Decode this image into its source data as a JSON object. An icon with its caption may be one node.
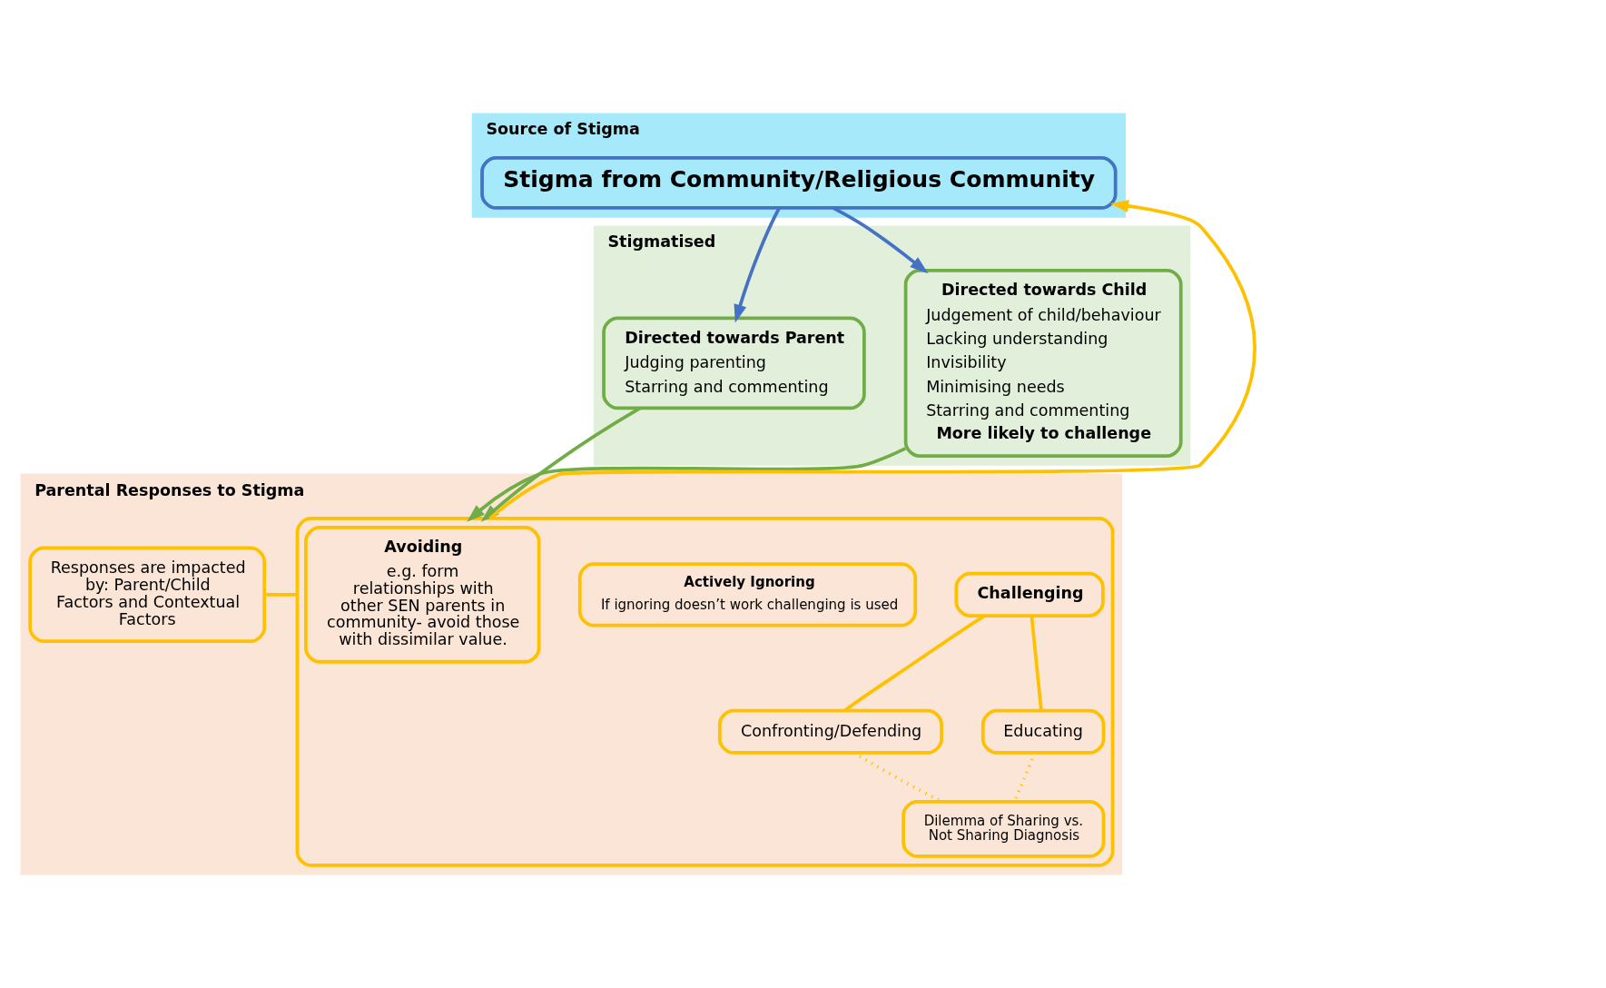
{
  "diagram": {
    "nodes": [
      {
        "text": [
          "Source of Stigma"
        ]
      },
      {
        "text": [
          "Stigma from Community/Religious Community"
        ],
        "in": 0
      },
      {
        "text": [
          "Stigmatised"
        ]
      },
      {
        "text": [
          "Directed towards Parent",
          "Judging parenting",
          "Starring and commenting"
        ],
        "in": 2
      },
      {
        "text": [
          "Directed towards Child",
          "Judgement of child/behaviour",
          "Lacking understanding",
          "Invisibility",
          "Minimising needs",
          "Starring and commenting",
          "More likely to challenge"
        ],
        "in": 2
      },
      {
        "text": [
          "Parental Responses to Stigma"
        ]
      },
      {
        "text": [
          "Responses are impacted by: Parent/Child Factors and Contextual Factors"
        ],
        "in": 5
      },
      {
        "text": [],
        "shape": "box",
        "in": 5
      },
      {
        "text": [
          "Avoiding",
          "e.g. form relationships with other SEN parents in community- avoid those with dissimilar value."
        ],
        "in": 7
      },
      {
        "text": [
          "Challenging"
        ],
        "in": 7
      },
      {
        "text": [
          "Confronting/Defending"
        ],
        "in": 7
      },
      {
        "text": [
          "Educating"
        ],
        "in": 7
      },
      {
        "text": [
          "Dilemma of Sharing vs. Not Sharing Diagnosis"
        ],
        "in": 7
      },
      {
        "text": [
          "Actively Ignoring",
          "If ignoring doesn’t work challenging is used"
        ],
        "in": 7
      }
    ],
    "edges": [
      {
        "from": 1,
        "to": 3,
        "arrow": "to",
        "color": "#4472c4"
      },
      {
        "from": 1,
        "to": 4,
        "arrow": "to",
        "color": "#4472c4"
      },
      {
        "from": 3,
        "to": 7,
        "arrow": "to",
        "color": "#70ad47"
      },
      {
        "from": 4,
        "to": 7,
        "arrow": "to",
        "color": "#70ad47"
      },
      {
        "from": 7,
        "to": 1,
        "arrow": "to"
      },
      {
        "from": 6,
        "to": 7,
        "arrow": "none"
      },
      {
        "from": 9,
        "to": 10,
        "arrow": "none"
      },
      {
        "from": 9,
        "to": 11,
        "arrow": "none"
      },
      {
        "from": 10,
        "to": 12,
        "arrow": "none",
        "style": "dashed"
      },
      {
        "from": 11,
        "to": 12,
        "arrow": "none",
        "style": "dashed"
      }
    ]
  }
}
